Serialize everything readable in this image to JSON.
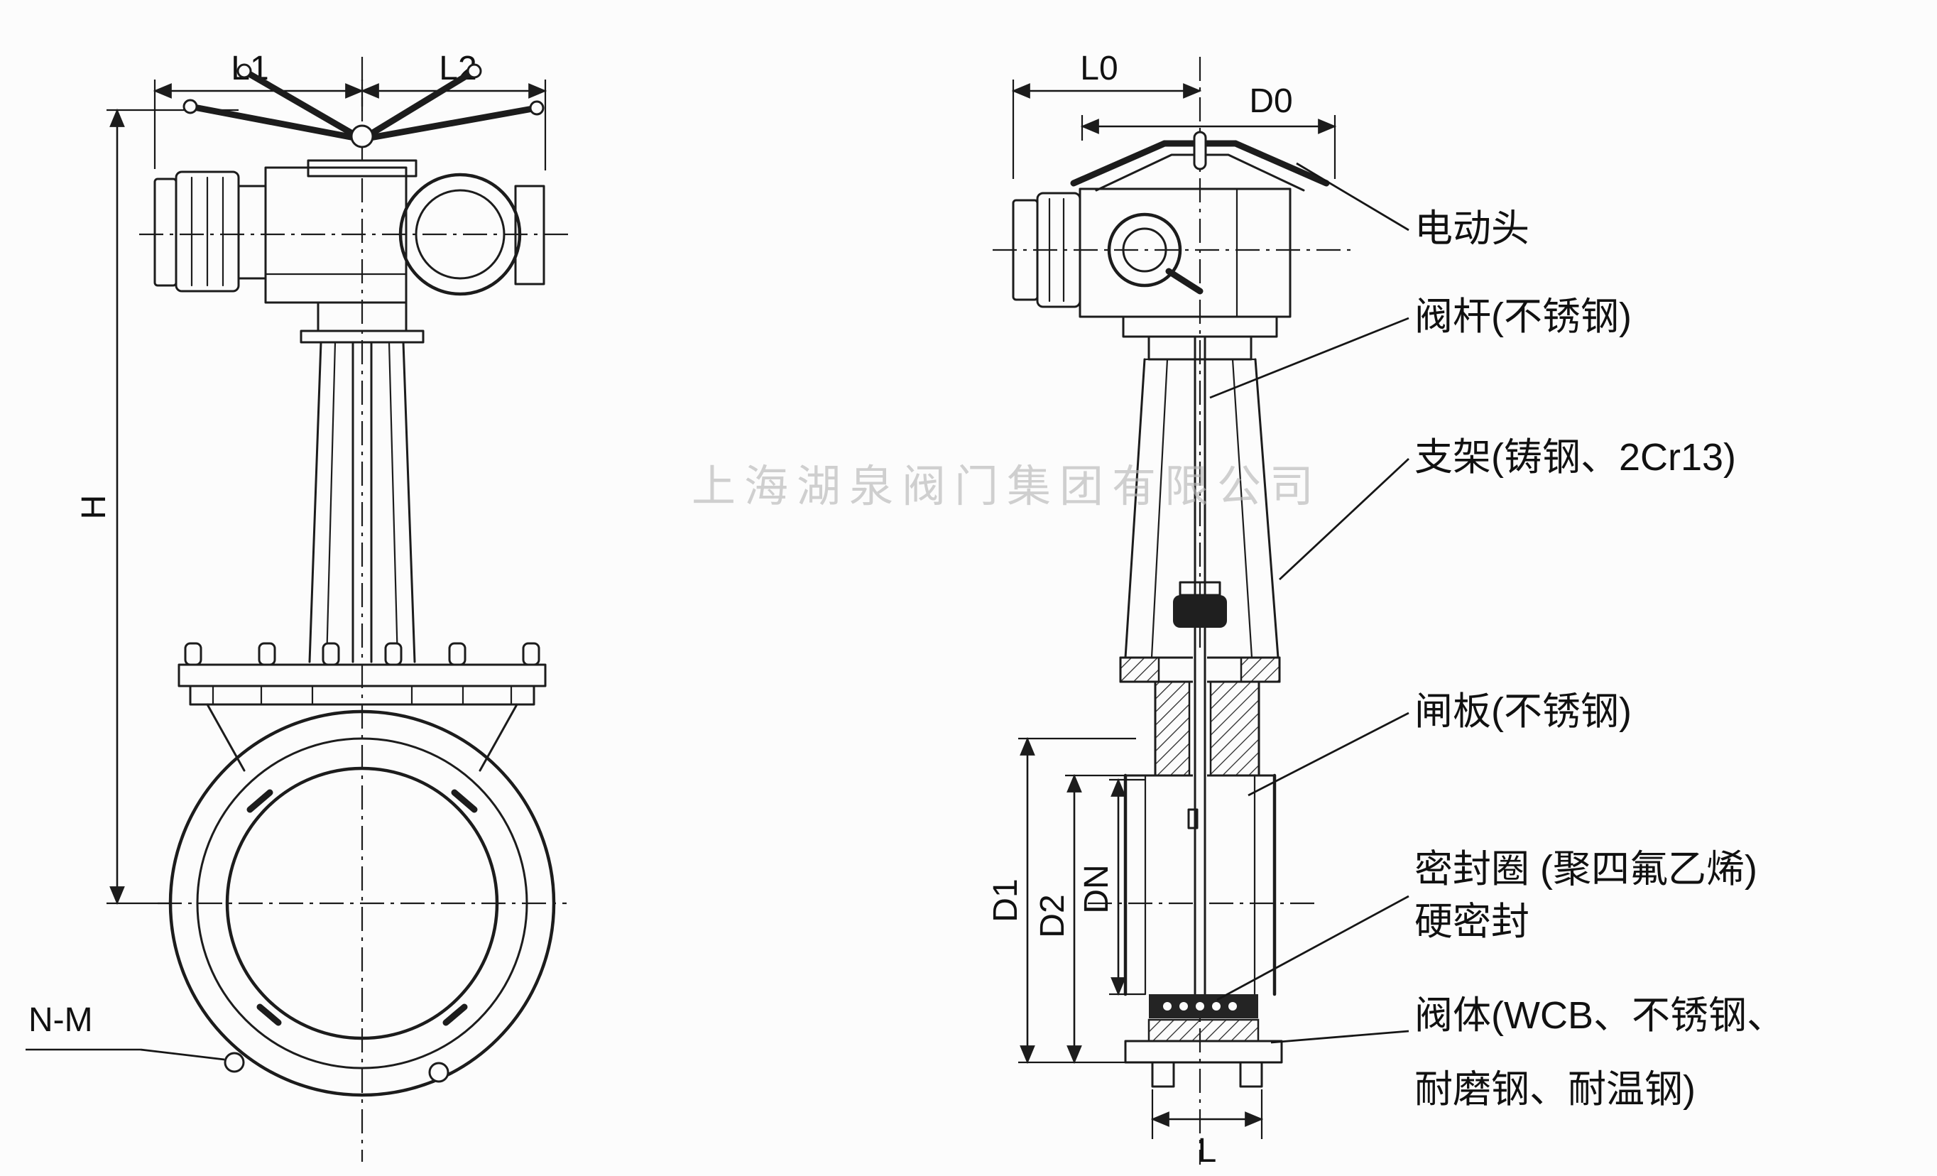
{
  "watermark": "上海湖泉阀门集团有限公司",
  "left_view": {
    "dim_labels": {
      "l1": "L1",
      "l2": "L2",
      "h": "H",
      "nm": "N-M"
    }
  },
  "right_view": {
    "dim_labels": {
      "l0": "L0",
      "d0": "D0",
      "d1": "D1",
      "d2": "D2",
      "dn": "DN",
      "l": "L"
    }
  },
  "callouts": [
    {
      "id": "motor-head",
      "label": "电动头"
    },
    {
      "id": "valve-stem",
      "label": "阀杆(不锈钢)"
    },
    {
      "id": "bracket",
      "label": "支架(铸钢、2Cr13)"
    },
    {
      "id": "gate-plate",
      "label": "闸板(不锈钢)"
    },
    {
      "id": "seal-ring",
      "label": "密封圈 (聚四氟乙烯)",
      "label2": "硬密封"
    },
    {
      "id": "valve-body",
      "label": "阀体(WCB、不锈钢、",
      "label2": "耐磨钢、耐温钢)"
    }
  ],
  "colors": {
    "line": "#1c1c1c",
    "text": "#111111",
    "watermark": "#b8b8b8",
    "background": "#fcfcfc"
  }
}
